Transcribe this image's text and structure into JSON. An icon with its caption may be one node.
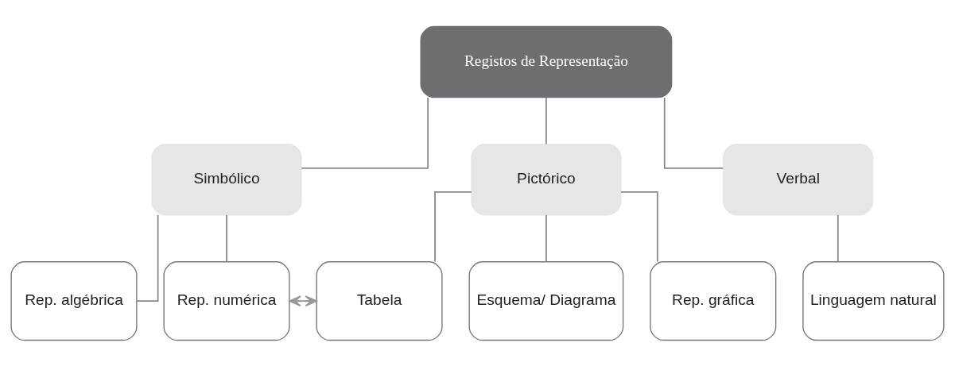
{
  "diagram": {
    "nodes": [
      {
        "text": [
          "Registos de Representação"
        ]
      },
      {
        "text": [
          "Simbólico"
        ]
      },
      {
        "text": [
          "Pictórico"
        ]
      },
      {
        "text": [
          "Verbal"
        ]
      },
      {
        "text": [
          "Rep. algébrica"
        ]
      },
      {
        "text": [
          "Rep. numérica"
        ]
      },
      {
        "text": [
          "Tabela"
        ]
      },
      {
        "text": [
          "Esquema/ Diagrama"
        ]
      },
      {
        "text": [
          "Rep. gráfica"
        ]
      },
      {
        "text": [
          "Linguagem natural"
        ]
      }
    ],
    "edges": [
      {
        "from": 0,
        "to": 1,
        "arrow": "none"
      },
      {
        "from": 0,
        "to": 2,
        "arrow": "none"
      },
      {
        "from": 0,
        "to": 3,
        "arrow": "none"
      },
      {
        "from": 1,
        "to": 4,
        "arrow": "none"
      },
      {
        "from": 1,
        "to": 5,
        "arrow": "none"
      },
      {
        "from": 2,
        "to": 6,
        "arrow": "none"
      },
      {
        "from": 2,
        "to": 7,
        "arrow": "none"
      },
      {
        "from": 2,
        "to": 8,
        "arrow": "none"
      },
      {
        "from": 3,
        "to": 9,
        "arrow": "none"
      },
      {
        "from": 5,
        "to": 6,
        "arrow": "both",
        "style": "dashed",
        "color": "#999999"
      }
    ]
  }
}
